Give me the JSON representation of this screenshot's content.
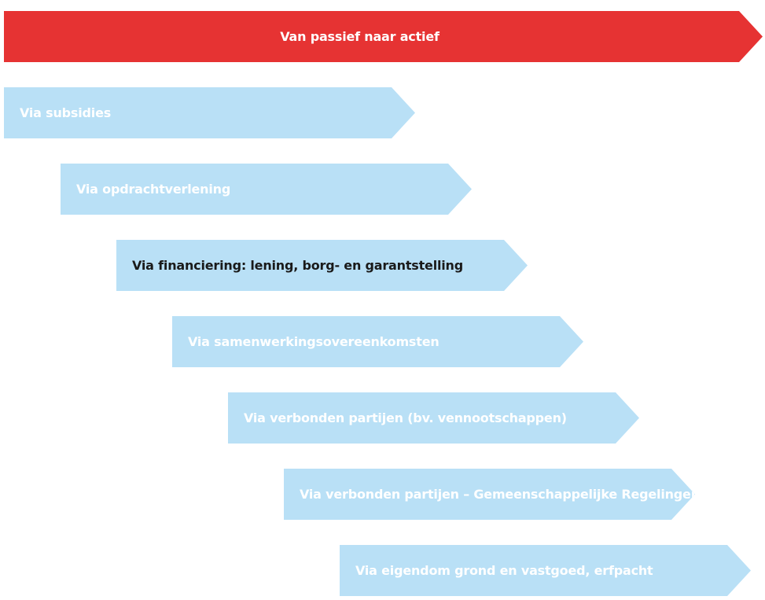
{
  "header": {
    "label": "Van passief naar actief",
    "color": "#e63333"
  },
  "steps": [
    {
      "label": "Via subsidies",
      "highlight": false
    },
    {
      "label": "Via opdrachtverlening",
      "highlight": false
    },
    {
      "label": "Via financiering: lening, borg- en garantstelling",
      "highlight": true
    },
    {
      "label": "Via samenwerkingsovereenkomsten",
      "highlight": false
    },
    {
      "label": "Via verbonden partijen (bv. vennootschappen)",
      "highlight": false
    },
    {
      "label": "Via verbonden partijen – Gemeenschappelijke Regelingen",
      "highlight": false
    },
    {
      "label": "Via eigendom grond en vastgoed, erfpacht",
      "highlight": false
    }
  ],
  "colors": {
    "step_fill": "#b9e0f6",
    "step_text": "#ffffff",
    "highlight_text": "#1a1a1a"
  }
}
